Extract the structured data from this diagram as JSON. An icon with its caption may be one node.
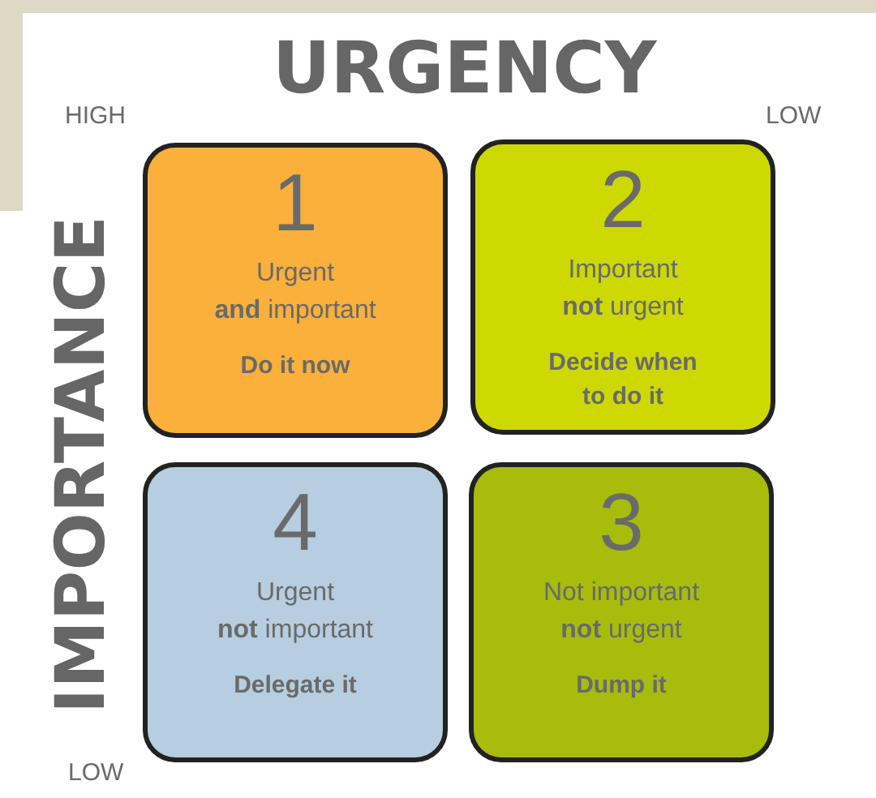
{
  "diagram": {
    "title": "URGENCY",
    "nodes": [
      {
        "text": [
          "1",
          "Urgent",
          "**and** important",
          "Do it now"
        ]
      },
      {
        "text": [
          "2",
          "Important",
          "**not** urgent",
          "Decide when to do it"
        ]
      },
      {
        "text": [
          "4",
          "Urgent",
          "**not** important",
          "Delegate it"
        ]
      },
      {
        "text": [
          "3",
          "Not important",
          "**not** urgent",
          "Dump it"
        ]
      }
    ],
    "labels": [
      "HIGH",
      "LOW",
      "IMPORTANCE",
      "LOW"
    ]
  }
}
